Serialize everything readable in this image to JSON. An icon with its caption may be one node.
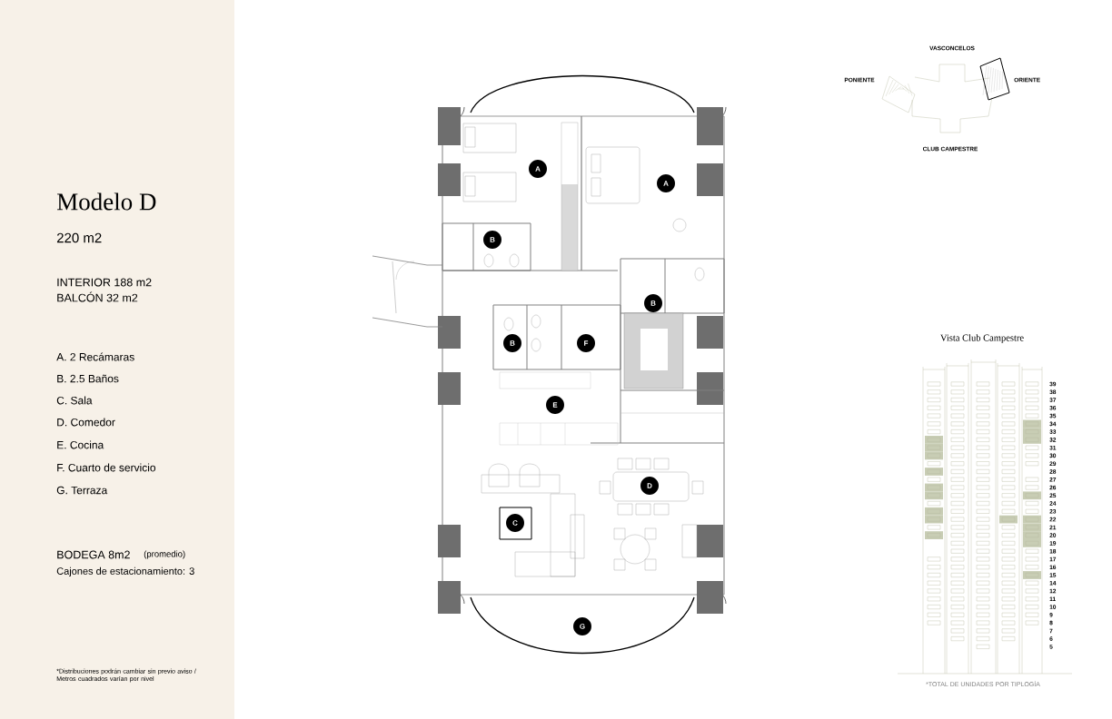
{
  "diagram": {
    "title": "Modelo D",
    "nodes": [
      {
        "text": [
          "A"
        ]
      },
      {
        "text": [
          "A"
        ]
      },
      {
        "text": [
          "B"
        ]
      },
      {
        "text": [
          "B"
        ]
      },
      {
        "text": [
          "B"
        ]
      },
      {
        "text": [
          "F"
        ]
      },
      {
        "text": [
          "E"
        ]
      },
      {
        "text": [
          "D"
        ]
      },
      {
        "text": [
          "C"
        ]
      },
      {
        "text": [
          "G"
        ]
      }
    ],
    "labels": [
      "220 m2",
      "INTERIOR 188 m2",
      "BALCÓN 32 m2",
      "A. 2 Recámaras",
      "B. 2.5 Baños",
      "C. Sala",
      "D. Comedor",
      "E. Cocina",
      "F. Cuarto de servicio",
      "G. Terraza",
      "BODEGA 8m2",
      "(promedio)",
      "Cajones de estacionamiento: 3",
      "*Distribuciones podrán cambiar sin previo aviso / Metros cuadrados varían por nivel",
      "VASCONCELOS",
      "PONIENTE",
      "ORIENTE",
      "CLUB CAMPESTRE",
      "Vista Club Campestre",
      "39",
      "38",
      "37",
      "36",
      "35",
      "34",
      "33",
      "32",
      "31",
      "30",
      "29",
      "28",
      "27",
      "26",
      "25",
      "24",
      "23",
      "22",
      "21",
      "20",
      "19",
      "18",
      "17",
      "16",
      "15",
      "14",
      "12",
      "11",
      "10",
      "9",
      "8",
      "7",
      "6",
      "5",
      "*TOTAL DE UNIDADES POR TIPLOGÍA"
    ]
  }
}
